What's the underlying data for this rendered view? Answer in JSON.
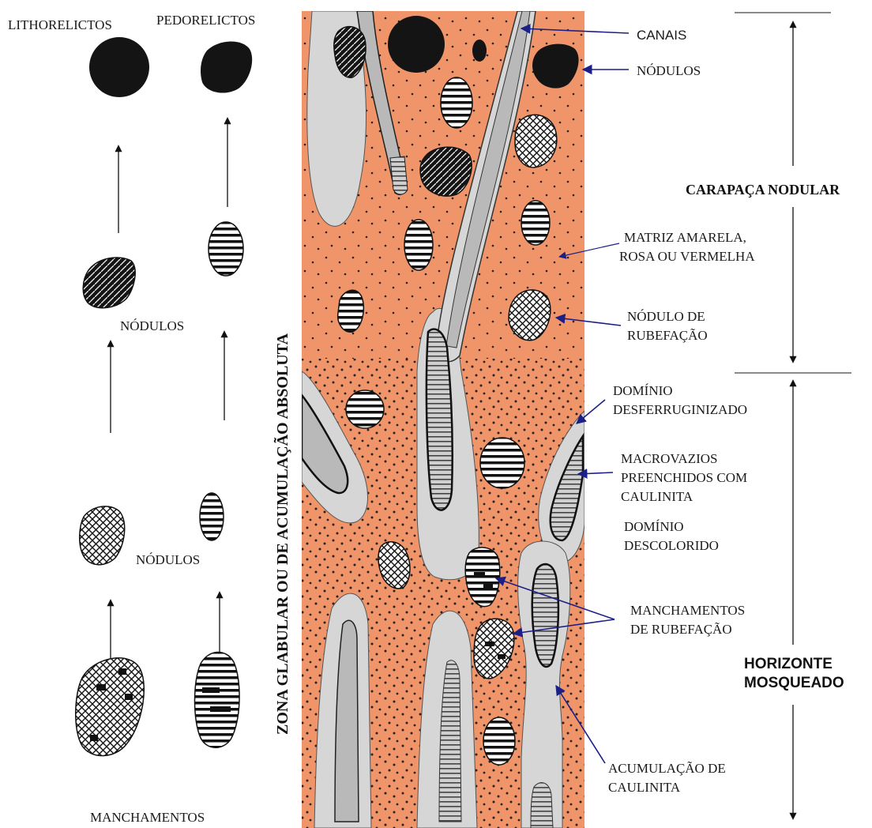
{
  "left_column": {
    "lithorelictos": "LITHORELICTOS",
    "pedorelictos": "PEDORELICTOS",
    "nodulos_upper": "NÓDULOS",
    "nodulos_lower": "NÓDULOS",
    "manchamentos": "MANCHAMENTOS"
  },
  "vertical_label": "ZONA GLABULAR OU DE ACUMULAÇÃO ABSOLUTA",
  "annotations": {
    "canais": "CANAIS",
    "nodulos": "NÓDULOS",
    "matriz_line1": "MATRIZ AMARELA,",
    "matriz_line2": "ROSA OU VERMELHA",
    "nodulo_rubefacao_line1": "NÓDULO DE",
    "nodulo_rubefacao_line2": "RUBEFAÇÃO",
    "desferruginizado_line1": "DOMÍNIO",
    "desferruginizado_line2": "DESFERRUGINIZADO",
    "macrovazios_line1": "MACROVAZIOS",
    "macrovazios_line2": "PREENCHIDOS COM",
    "macrovazios_line3": "CAULINITA",
    "descolorido_line1": "DOMÍNIO",
    "descolorido_line2": "DESCOLORIDO",
    "manchamentos_rub_line1": "MANCHAMENTOS",
    "manchamentos_rub_line2": "DE RUBEFAÇÃO",
    "acumulacao_line1": "ACUMULAÇÃO DE",
    "acumulacao_line2": "CAULINITA"
  },
  "zones": {
    "carapaca": "CARAPAÇA NODULAR",
    "horizonte_line1": "HORIZONTE",
    "horizonte_line2": "MOSQUEADO"
  },
  "colors": {
    "matrix": "#f0956a",
    "halo": "#d6d6d6",
    "channel_fill": "#b9b9b9",
    "nodule": "#141414",
    "arrow_blue": "#1b1f86"
  }
}
